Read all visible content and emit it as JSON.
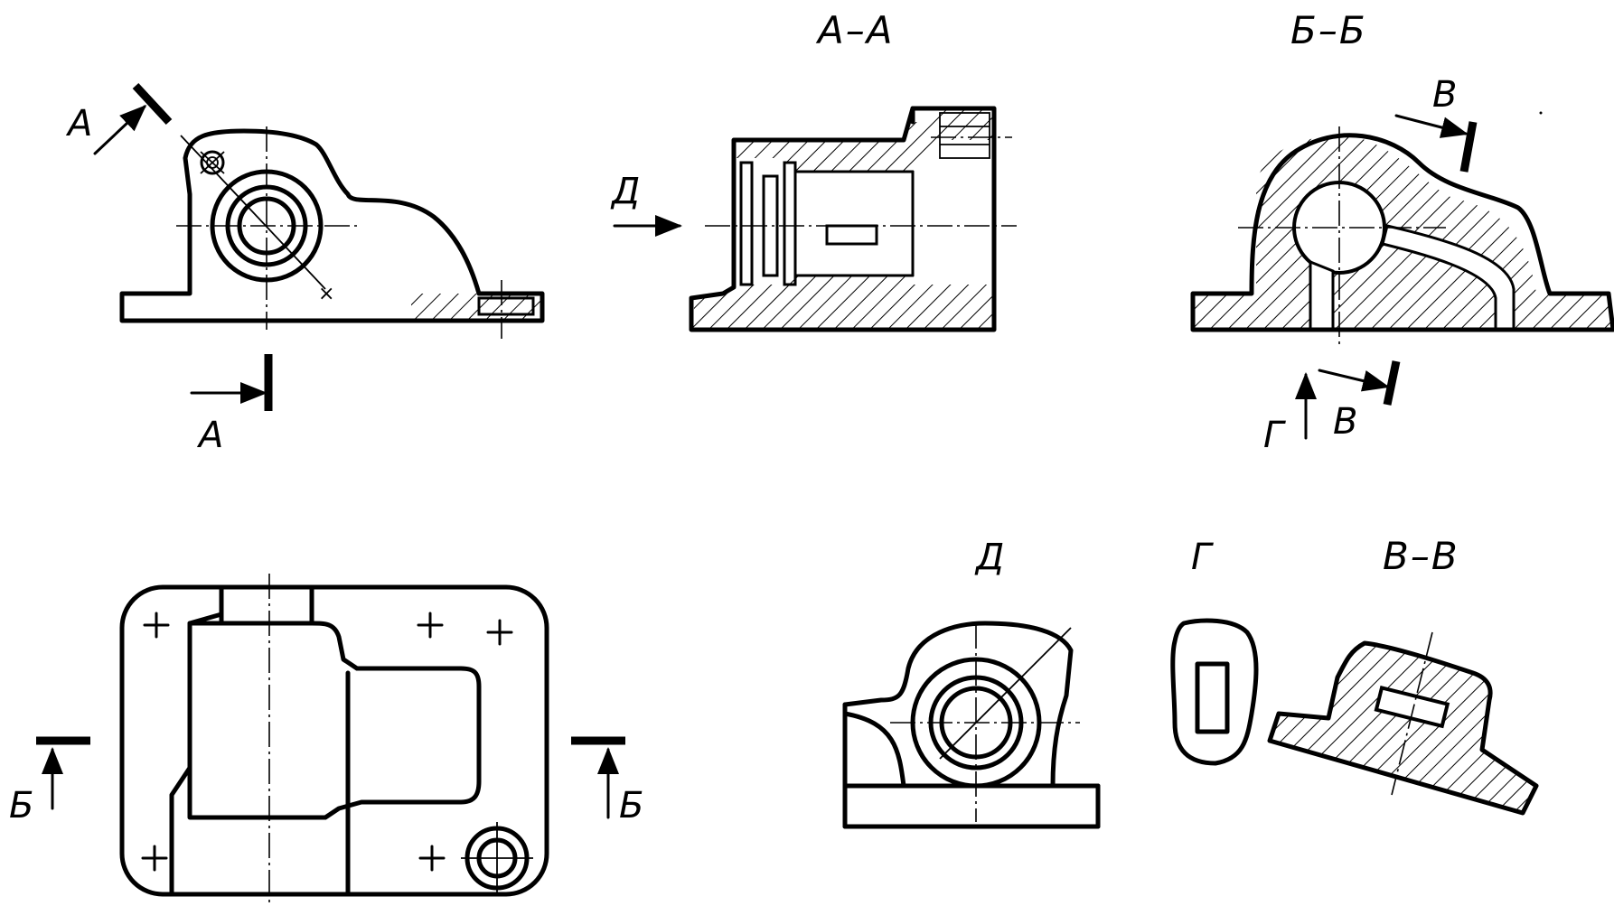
{
  "labels": {
    "section_aa_title": "А–А",
    "section_bb_title": "Б–Б",
    "section_vv_title": "В–В",
    "view_d_title": "Д",
    "view_g_title": "Г",
    "cut_a_top": "А",
    "cut_a_bottom": "А",
    "cut_b_left": "Б",
    "cut_b_right": "Б",
    "cut_v_top": "В",
    "cut_v_bottom": "В",
    "arrow_g": "Г",
    "arrow_d": "Д"
  }
}
